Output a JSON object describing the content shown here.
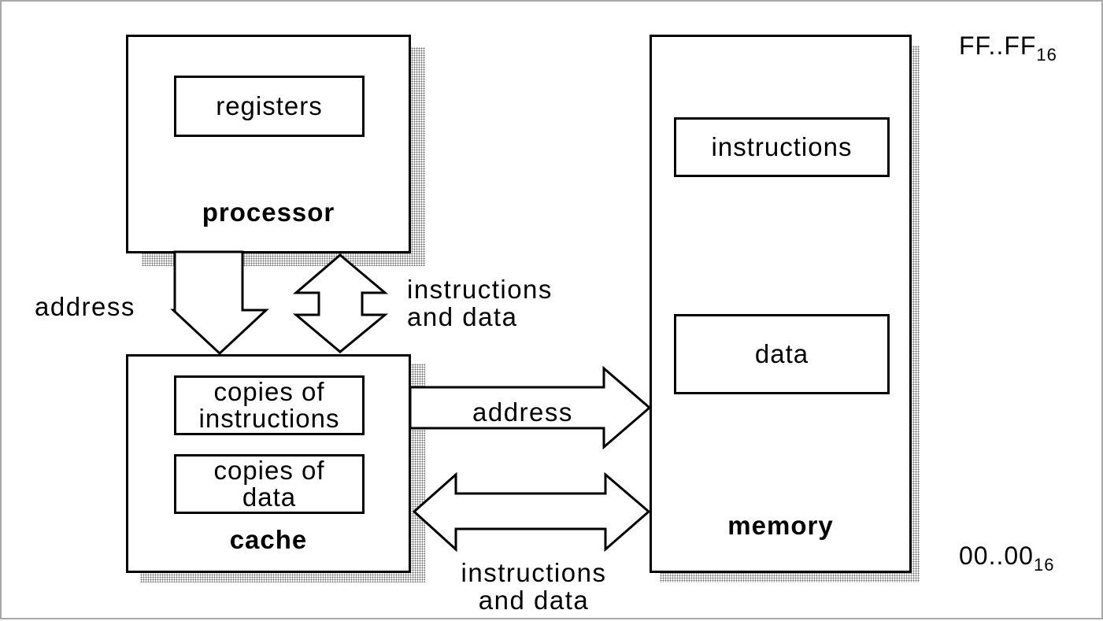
{
  "processor": {
    "title": "processor",
    "registers_label": "registers"
  },
  "cache": {
    "title": "cache",
    "copies_of_instructions": {
      "line1": "copies of",
      "line2": "instructions"
    },
    "copies_of_data": {
      "line1": "copies of",
      "line2": "data"
    }
  },
  "memory": {
    "title": "memory",
    "instructions_label": "instructions",
    "data_label": "data",
    "address_top": {
      "main": "FF..FF",
      "base": "16"
    },
    "address_bottom": {
      "main": "00..00",
      "base": "16"
    }
  },
  "links": {
    "processor_cache_address": "address",
    "processor_cache_transfer": {
      "line1": "instructions",
      "line2": "and data"
    },
    "cache_memory_address": "address",
    "cache_memory_transfer": {
      "line1": "instructions",
      "line2": "and data"
    }
  },
  "colors": {
    "stroke": "#000000",
    "background": "#ffffff",
    "frame": "#a9a9a9"
  }
}
